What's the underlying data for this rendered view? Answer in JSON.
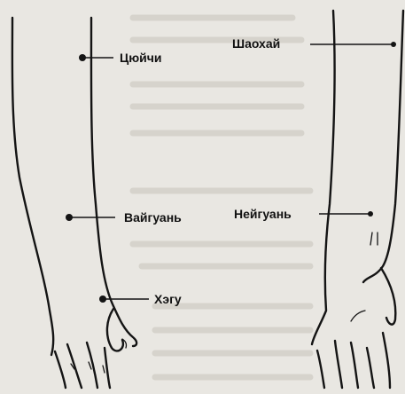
{
  "figure": {
    "points": [
      {
        "id": "tsyuychi",
        "label": "Цюйчи"
      },
      {
        "id": "vayguan",
        "label": "Вайгуань"
      },
      {
        "id": "hegu",
        "label": "Хэгу"
      },
      {
        "id": "shaohay",
        "label": "Шаохай"
      },
      {
        "id": "neyguan",
        "label": "Нейгуань"
      }
    ]
  }
}
